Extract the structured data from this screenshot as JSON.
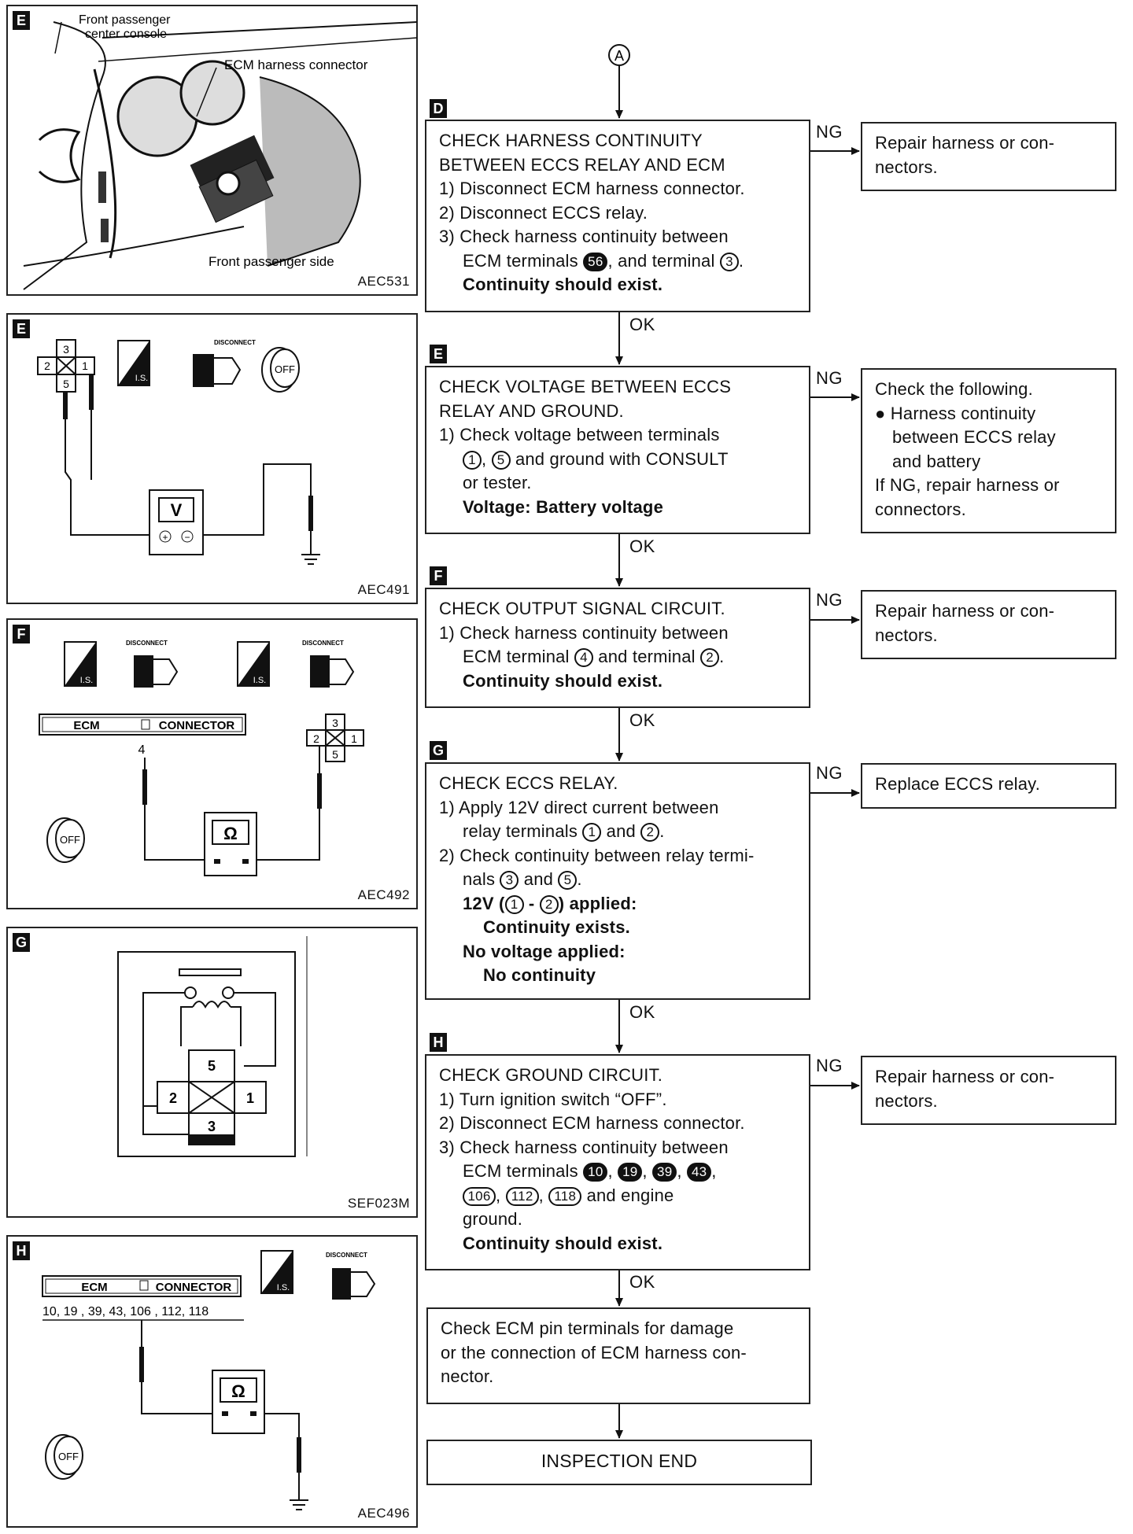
{
  "connector_A": "A",
  "panels": [
    {
      "tag": "E",
      "code": "AEC531",
      "labels": [
        "Front passenger",
        "center console",
        "ECM harness connector",
        "Front passenger side"
      ]
    },
    {
      "tag": "E",
      "code": "AEC491",
      "labels": [
        "3",
        "2",
        "1",
        "5",
        "DISCONNECT",
        "I.S.",
        "OFF",
        "V"
      ]
    },
    {
      "tag": "F",
      "code": "AEC492",
      "labels": [
        "DISCONNECT",
        "DISCONNECT",
        "I.S.",
        "I.S.",
        "ECM",
        "CONNECTOR",
        "4",
        "3",
        "2",
        "1",
        "5",
        "OFF",
        "Ω"
      ]
    },
    {
      "tag": "G",
      "code": "SEF023M",
      "labels": [
        "5",
        "2",
        "1",
        "3"
      ]
    },
    {
      "tag": "H",
      "code": "AEC496",
      "labels": [
        "ECM",
        "CONNECTOR",
        "10, 19 , 39, 43, 106 , 112, 118",
        "DISCONNECT",
        "I.S.",
        "OFF",
        "Ω"
      ]
    }
  ],
  "steps": [
    {
      "tag": "D",
      "lines": [
        "CHECK HARNESS CONTINUITY",
        "BETWEEN ECCS RELAY AND ECM",
        "1) Disconnect ECM harness connector.",
        "2) Disconnect ECCS relay.",
        "3) Check harness continuity between",
        "ECM terminals",
        "56",
        ", and terminal",
        "3",
        ".",
        "Continuity should exist."
      ],
      "ng_label": "NG",
      "ng_lines": [
        "Repair harness or con-",
        "nectors."
      ],
      "ok_label": "OK"
    },
    {
      "tag": "E",
      "lines": [
        "CHECK VOLTAGE BETWEEN ECCS",
        "RELAY AND GROUND.",
        "1) Check voltage between terminals",
        "1",
        ",",
        "5",
        "and ground with CONSULT",
        "or tester.",
        "Voltage: Battery voltage"
      ],
      "ng_label": "NG",
      "ng_lines": [
        "Check the following.",
        "● Harness continuity",
        "between ECCS relay",
        "and battery",
        "If NG, repair harness or",
        "connectors."
      ],
      "ok_label": "OK"
    },
    {
      "tag": "F",
      "lines": [
        "CHECK OUTPUT SIGNAL CIRCUIT.",
        "1) Check harness continuity between",
        "ECM terminal",
        "4",
        "and terminal",
        "2",
        ".",
        "Continuity should exist."
      ],
      "ng_label": "NG",
      "ng_lines": [
        "Repair harness or con-",
        "nectors."
      ],
      "ok_label": "OK"
    },
    {
      "tag": "G",
      "lines": [
        "CHECK ECCS RELAY.",
        "1) Apply 12V direct current between",
        "relay terminals",
        "1",
        "and",
        "2",
        ".",
        "2) Check continuity between relay termi-",
        "nals",
        "3",
        "and",
        "5",
        ".",
        "12V (",
        "1",
        "-",
        "2",
        ") applied:",
        "Continuity exists.",
        "No voltage applied:",
        "No continuity"
      ],
      "ng_label": "NG",
      "ng_lines": [
        "Replace ECCS relay."
      ],
      "ok_label": "OK"
    },
    {
      "tag": "H",
      "lines": [
        "CHECK GROUND CIRCUIT.",
        "1) Turn ignition switch “OFF”.",
        "2) Disconnect ECM harness connector.",
        "3) Check harness continuity between",
        "ECM terminals",
        "10",
        ",",
        "19",
        ",",
        "39",
        ",",
        "43",
        ",",
        "106",
        ",",
        "112",
        ",",
        "118",
        "and engine",
        "ground.",
        "Continuity should exist."
      ],
      "ng_label": "NG",
      "ng_lines": [
        "Repair harness or con-",
        "nectors."
      ],
      "ok_label": "OK"
    }
  ],
  "final_check": [
    "Check ECM pin terminals for damage",
    "or the connection of ECM harness con-",
    "nector."
  ],
  "end": "INSPECTION END"
}
